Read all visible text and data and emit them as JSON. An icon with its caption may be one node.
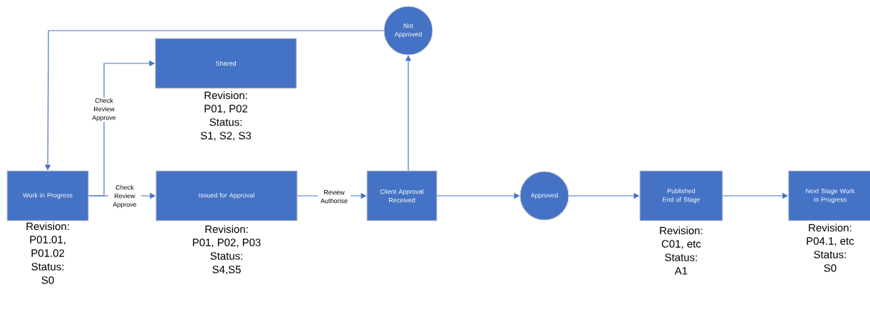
{
  "diagram": {
    "nodes": [
      {
        "text": [
          "Work in Progress"
        ],
        "beside": [
          "Revision:",
          "P01.01,",
          "P01.02",
          "Status:",
          "S0"
        ]
      },
      {
        "text": [
          "Shared"
        ],
        "beside": [
          "Revision:",
          "P01, P02",
          "Status:",
          "S1, S2, S3"
        ]
      },
      {
        "text": [
          "Issued for Approval"
        ],
        "beside": [
          "Revision:",
          "P01, P02, P03",
          "Status:",
          "S4,S5"
        ]
      },
      {
        "text": [
          "Client Approval Received"
        ]
      },
      {
        "text": [
          "Not Approved"
        ]
      },
      {
        "text": [
          "Approved"
        ]
      },
      {
        "text": [
          "Published End of Stage"
        ],
        "beside": [
          "Revision:",
          "C01, etc",
          "Status:",
          "A1"
        ]
      },
      {
        "text": [
          "Next Stage Work In Progress"
        ],
        "beside": [
          "Revision:",
          "P04.1, etc",
          "Status:",
          "S0"
        ]
      }
    ],
    "edges": [
      {
        "from": 0,
        "to": 2,
        "arrow": "to",
        "label": "Check Review Approve"
      },
      {
        "from": 0,
        "to": 1,
        "arrow": "to",
        "label": "Check Review Approve"
      },
      {
        "from": 2,
        "to": 3,
        "arrow": "to",
        "label": "Review Authorise"
      },
      {
        "from": 3,
        "to": 4,
        "arrow": "to"
      },
      {
        "from": 4,
        "to": 0,
        "arrow": "to"
      },
      {
        "from": 3,
        "to": 5,
        "arrow": "to"
      },
      {
        "from": 5,
        "to": 6,
        "arrow": "to"
      },
      {
        "from": 6,
        "to": 7,
        "arrow": "to"
      }
    ]
  }
}
